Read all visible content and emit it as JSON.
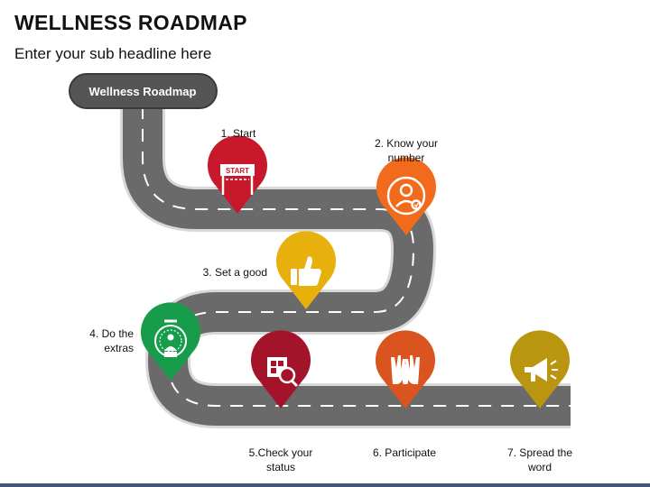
{
  "header": {
    "title": "WELLNESS ROADMAP",
    "subtitle": "Enter your sub headline here"
  },
  "road_sign": {
    "label": "Wellness Roadmap"
  },
  "milestones": [
    {
      "label": "1. Start",
      "sign_text": "START",
      "color": "#c8192c",
      "icon": "start-banner-icon"
    },
    {
      "label": "2. Know your number",
      "color": "#f26b1d",
      "icon": "user-check-icon"
    },
    {
      "label": "3. Set a good",
      "color": "#e8b00c",
      "icon": "thumbs-up-icon"
    },
    {
      "label": "4. Do the extras",
      "color": "#179c4b",
      "icon": "stopwatch-icon"
    },
    {
      "label": "5.Check your status",
      "color": "#a3132a",
      "icon": "status-search-icon"
    },
    {
      "label": "6. Participate",
      "color": "#d9541e",
      "icon": "raised-hands-icon"
    },
    {
      "label": "7. Spread the word",
      "color": "#b99510",
      "icon": "megaphone-icon"
    }
  ],
  "colors": {
    "road": "#6a6a6a",
    "road_edge": "#d8d8d8",
    "lane_marks": "#ffffff",
    "sign_fill": "#555555"
  }
}
